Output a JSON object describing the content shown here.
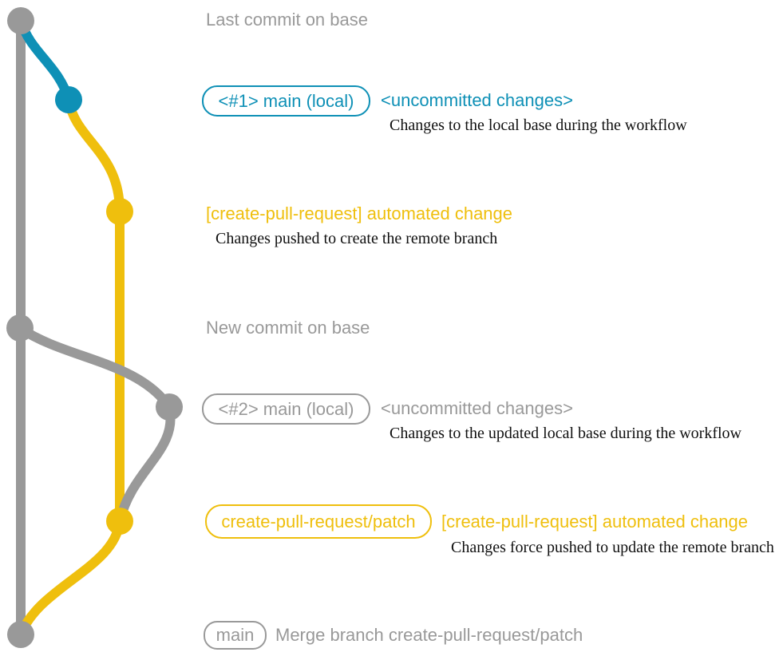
{
  "colors": {
    "gray": "#999999",
    "teal": "#0e90b6",
    "yellow": "#efbf0d",
    "ink": "#101010",
    "background": "#ffffff"
  },
  "graph": {
    "branch_lines": [
      {
        "id": "base-branch-line",
        "color": "gray"
      },
      {
        "id": "local-main-divergence-line",
        "color": "teal"
      },
      {
        "id": "create-pull-request-patch-line",
        "color": "yellow"
      }
    ],
    "commit_dots": [
      {
        "id": "last-commit-on-base",
        "color": "gray"
      },
      {
        "id": "uncommitted-changes-1",
        "color": "teal"
      },
      {
        "id": "automated-change-1",
        "color": "yellow"
      },
      {
        "id": "new-commit-on-base",
        "color": "gray"
      },
      {
        "id": "uncommitted-changes-2",
        "color": "gray"
      },
      {
        "id": "automated-change-2",
        "color": "yellow"
      },
      {
        "id": "merge-commit",
        "color": "gray"
      }
    ]
  },
  "annotations": {
    "last_commit_label": "Last commit on base",
    "section1": {
      "branch_box": "<#1> main (local)",
      "message": "<uncommitted changes>",
      "description": "Changes to the local base during the workflow"
    },
    "section2": {
      "message": "[create-pull-request] automated change",
      "description": "Changes pushed to create the remote branch"
    },
    "new_commit_label": "New commit on base",
    "section3": {
      "branch_box": "<#2> main (local)",
      "message": "<uncommitted changes>",
      "description": "Changes to the updated local base during the workflow"
    },
    "section4": {
      "branch_box": "create-pull-request/patch",
      "message": "[create-pull-request] automated change",
      "description": "Changes force pushed to update the remote branch"
    },
    "section5": {
      "branch_box": "main",
      "message": "Merge branch create-pull-request/patch"
    }
  }
}
